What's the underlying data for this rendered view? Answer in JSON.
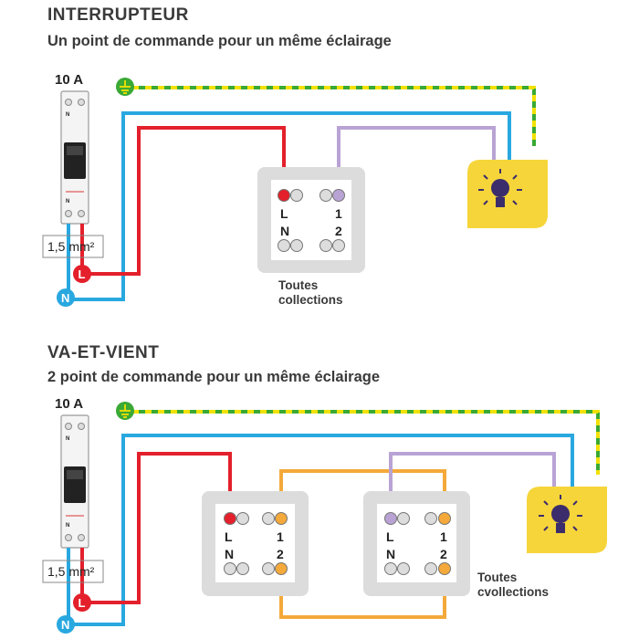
{
  "section1": {
    "title": "INTERRUPTEUR",
    "subtitle": "Un point de commande pour un même éclairage",
    "breaker_rating": "10 A",
    "breaker_n_top": "N",
    "breaker_n_bottom": "N",
    "section_label": "1,5 mm²",
    "phase_label": "L",
    "neutral_label": "N",
    "switch": {
      "l": "L",
      "one": "1",
      "n": "N",
      "two": "2"
    },
    "caption_line1": "Toutes",
    "caption_line2": "collections"
  },
  "section2": {
    "title": "VA-ET-VIENT",
    "subtitle": "2 point de commande pour un même éclairage",
    "breaker_rating": "10 A",
    "breaker_n_top": "N",
    "breaker_n_bottom": "N",
    "section_label": "1,5 mm²",
    "phase_label": "L",
    "neutral_label": "N",
    "switch_a": {
      "l": "L",
      "one": "1",
      "n": "N",
      "two": "2"
    },
    "switch_b": {
      "l": "L",
      "one": "1",
      "n": "N",
      "two": "2"
    },
    "caption_line1": "Toutes",
    "caption_line2": "cvollections"
  },
  "colors": {
    "phase": "#e3202b",
    "neutral": "#29a8e0",
    "earth_green": "#3aa935",
    "earth_yellow": "#f2e100",
    "return_violet": "#b9a3d4",
    "traveller_orange": "#f4a93a",
    "lamp_bg": "#f6d53a",
    "bulb": "#3b2d6b",
    "switch_plate": "#dcdcdc"
  },
  "icons": [
    "earth-icon",
    "lamp-icon",
    "breaker-icon"
  ]
}
